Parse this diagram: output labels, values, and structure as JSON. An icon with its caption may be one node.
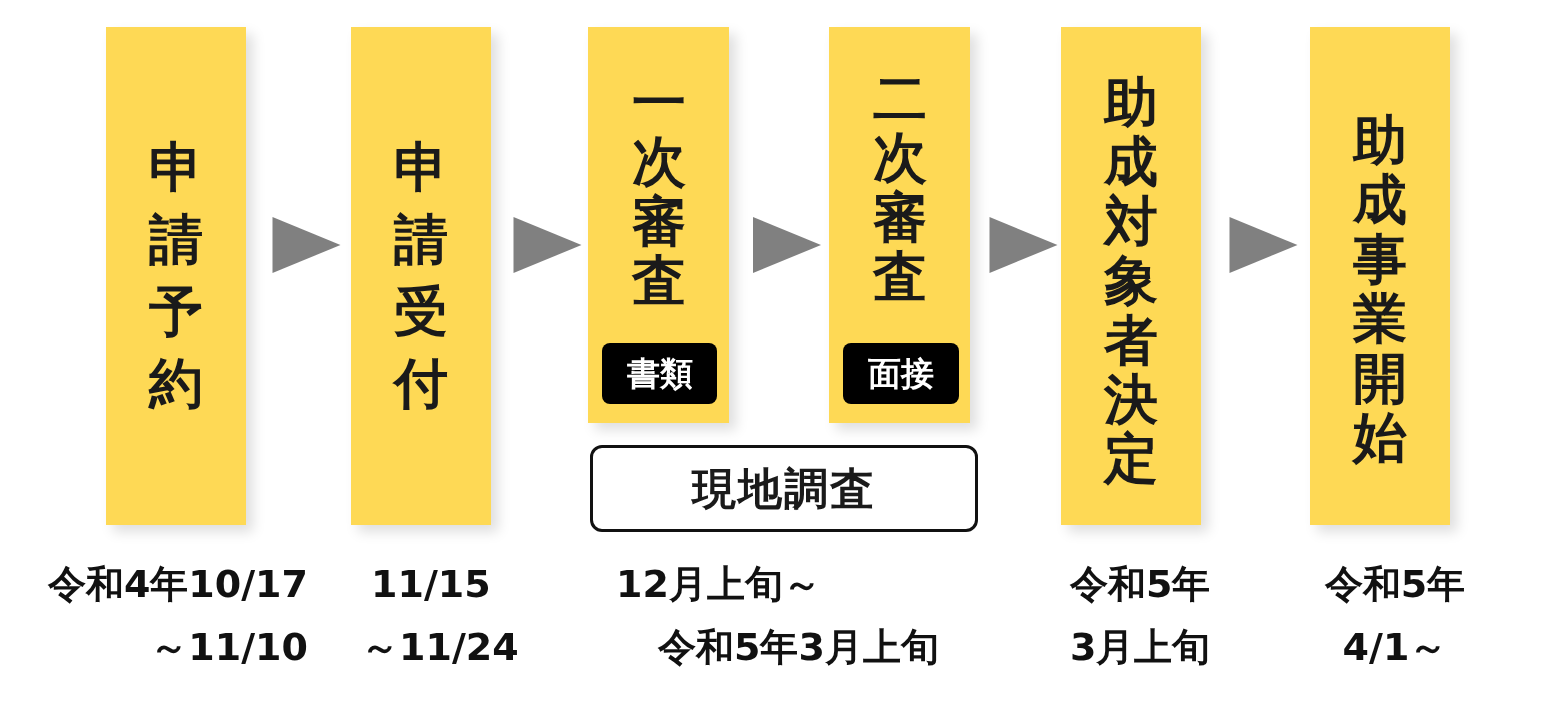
{
  "diagram": {
    "nodes": [
      {
        "text": [
          "申請予約"
        ],
        "beside": [
          "令和4年10/17～11/10"
        ]
      },
      {
        "text": [
          "申請受付"
        ],
        "beside": [
          "11/15～11/24"
        ]
      },
      {
        "text": [
          "一次審査"
        ]
      },
      {
        "text": [
          "書類"
        ],
        "in": 2
      },
      {
        "text": [
          "二次審査"
        ]
      },
      {
        "text": [
          "面接"
        ],
        "in": 4
      },
      {
        "text": [
          "現地調査"
        ],
        "beside": [
          "12月上旬～令和5年3月上旬"
        ]
      },
      {
        "text": [
          "助成対象者決定"
        ],
        "beside": [
          "令和5年3月上旬"
        ]
      },
      {
        "text": [
          "助成事業開始"
        ],
        "beside": [
          "令和5年4/1～"
        ]
      }
    ],
    "edges": [
      {
        "from": 0,
        "to": 1,
        "arrow": "to"
      },
      {
        "from": 1,
        "to": 2,
        "arrow": "to"
      },
      {
        "from": 2,
        "to": 4,
        "arrow": "to"
      },
      {
        "from": 4,
        "to": 7,
        "arrow": "to"
      },
      {
        "from": 7,
        "to": 8,
        "arrow": "to"
      }
    ]
  }
}
